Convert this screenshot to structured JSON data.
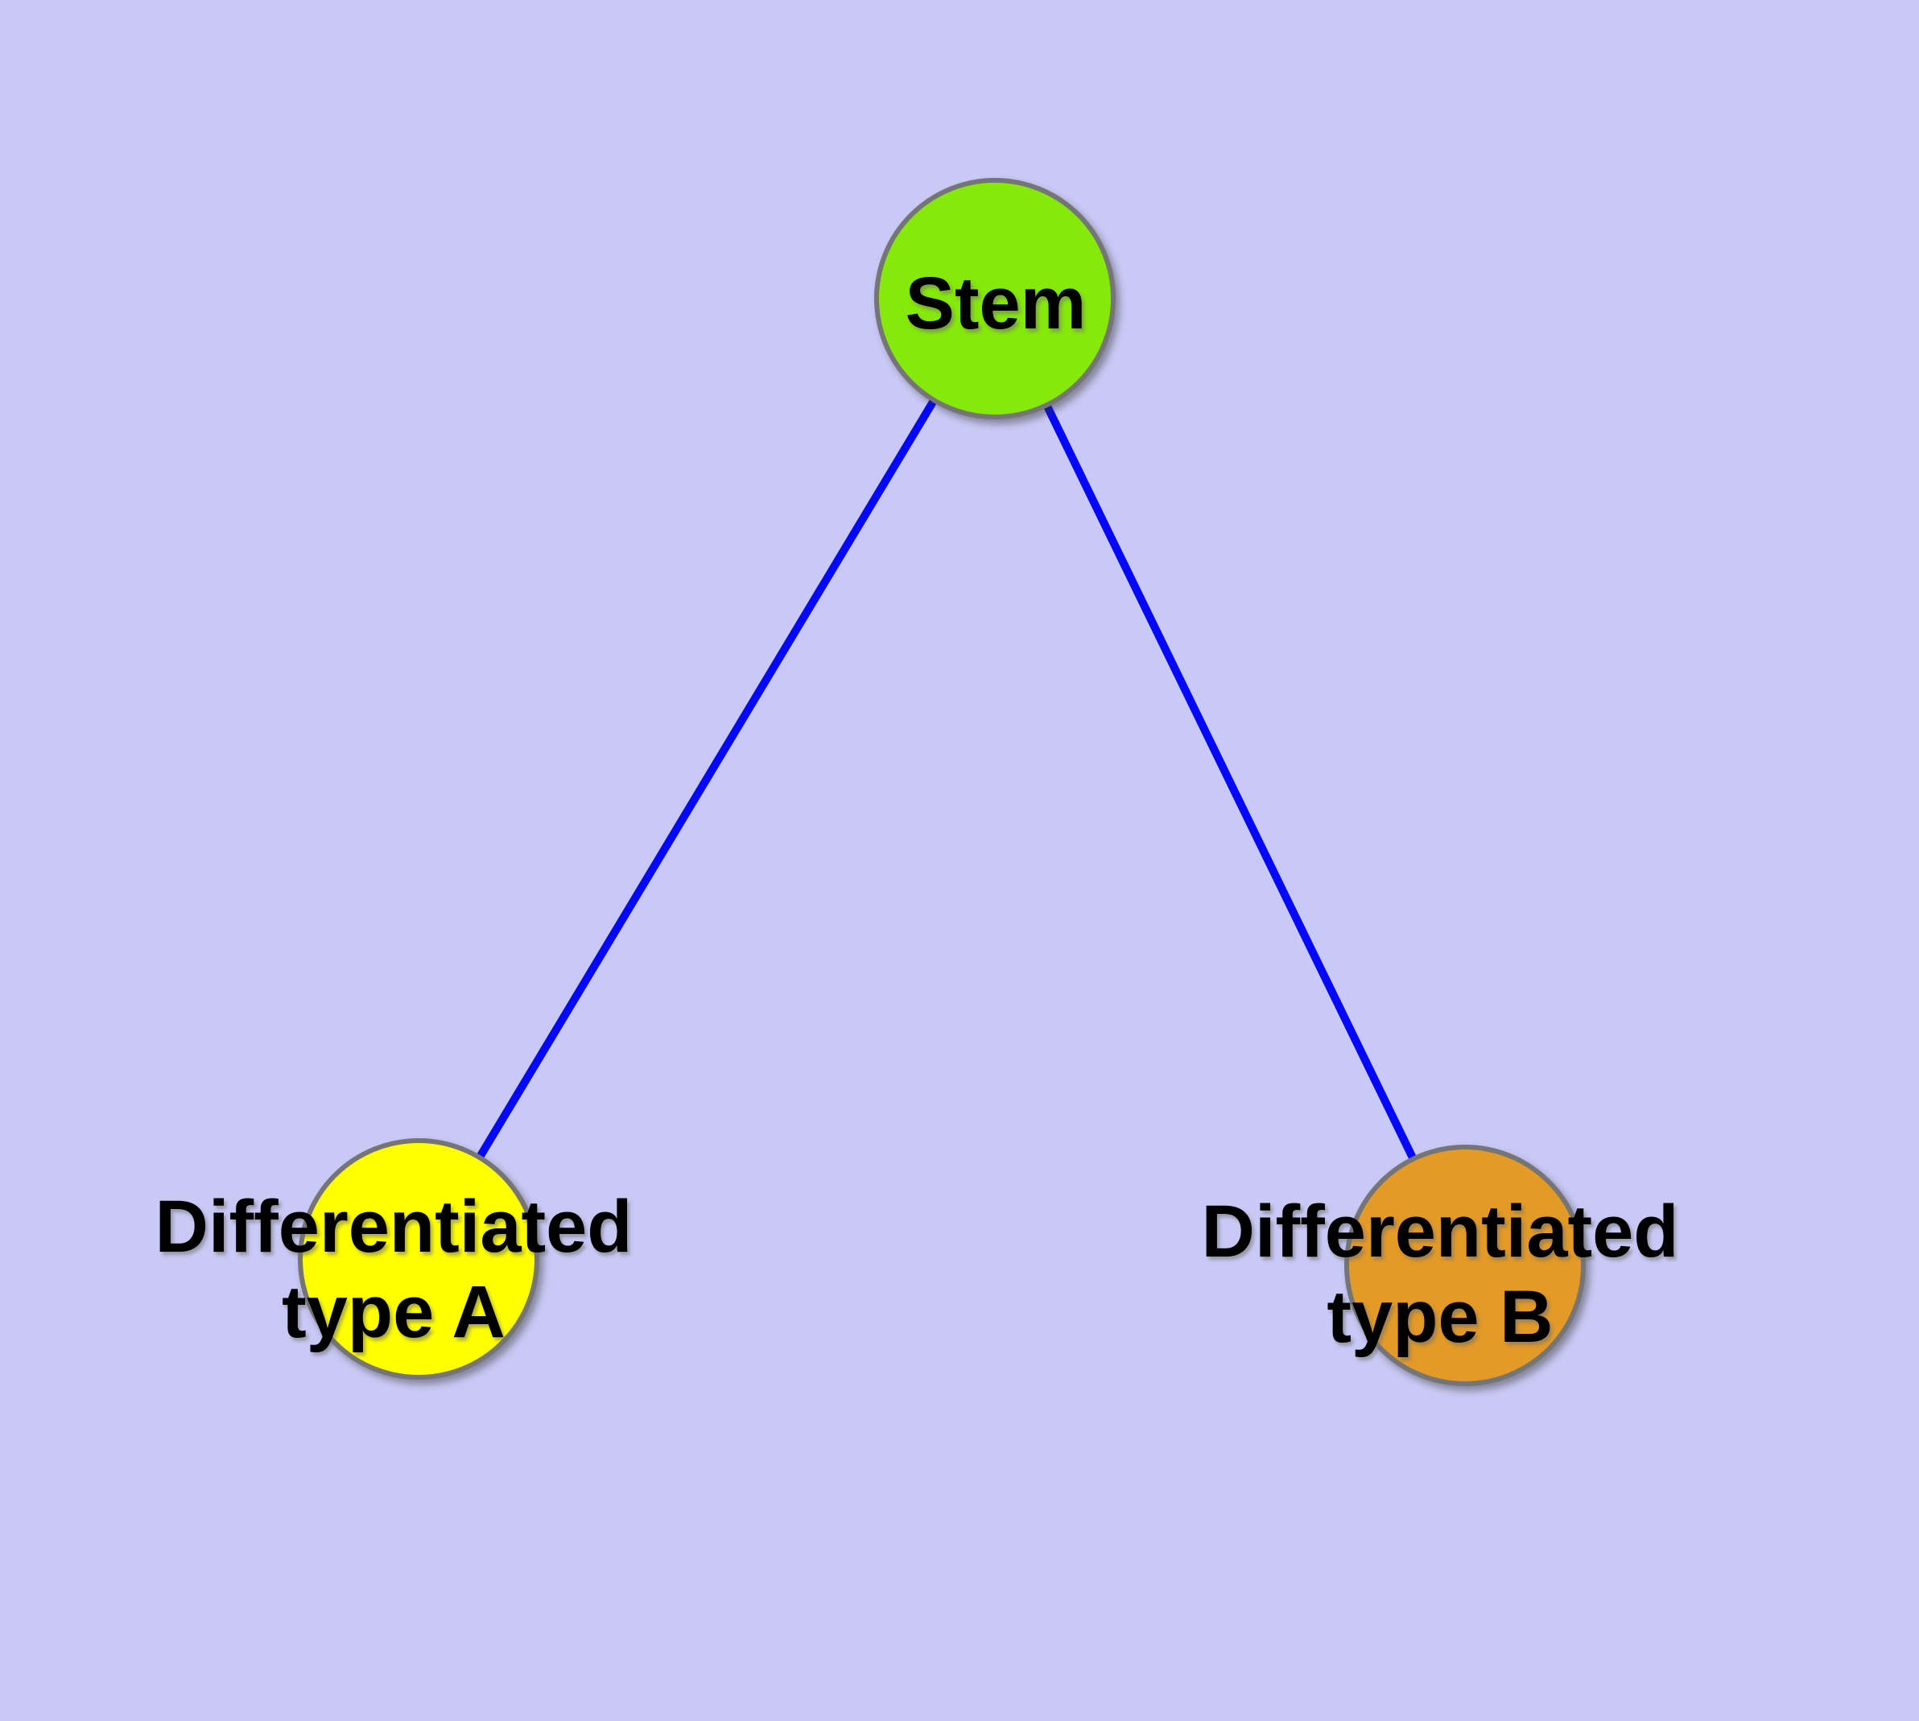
{
  "diagram": {
    "background_color": "#C9C9F6",
    "edge_color": "#0408FA",
    "node_border_color": "#757575",
    "label_text_color": "#000000",
    "nodes": [
      {
        "id": "stem",
        "label": "Stem",
        "label_lines": [
          "Stem"
        ],
        "fill_color": "#85E90A"
      },
      {
        "id": "type-a",
        "label": "Differentiated type A",
        "label_lines": [
          "Differentiated",
          "type A"
        ],
        "fill_color": "#FFFF00"
      },
      {
        "id": "type-b",
        "label": "Differentiated type B",
        "label_lines": [
          "Differentiated",
          "type B"
        ],
        "fill_color": "#E49A26"
      }
    ],
    "edges": [
      {
        "from": "stem",
        "to": "type-a"
      },
      {
        "from": "stem",
        "to": "type-b"
      }
    ]
  }
}
